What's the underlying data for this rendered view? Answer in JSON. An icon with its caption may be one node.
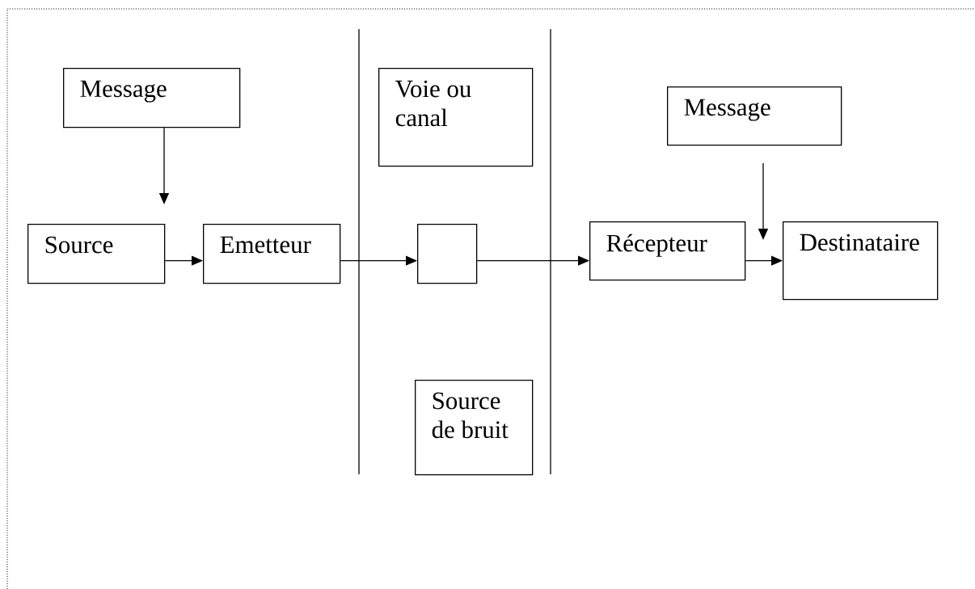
{
  "diagram": {
    "nodes": [
      {
        "text": [
          "Message"
        ]
      },
      {
        "text": [
          "Source"
        ]
      },
      {
        "text": [
          "Emetteur"
        ]
      },
      {
        "text": [
          "Voie ou canal"
        ]
      },
      {
        "text": [],
        "shape": "box"
      },
      {
        "text": [
          "Source de bruit"
        ]
      },
      {
        "text": [
          "Message"
        ]
      },
      {
        "text": [
          "Récepteur"
        ]
      },
      {
        "text": [
          "Destinataire"
        ]
      }
    ],
    "edges": [
      {
        "from": 0,
        "to": null,
        "arrow": "to"
      },
      {
        "from": 1,
        "to": 2,
        "arrow": "to"
      },
      {
        "from": 2,
        "to": 4,
        "arrow": "to"
      },
      {
        "from": 4,
        "to": 7,
        "arrow": "to"
      },
      {
        "from": 6,
        "to": null,
        "arrow": "to"
      },
      {
        "from": 7,
        "to": 8,
        "arrow": "to"
      }
    ]
  }
}
